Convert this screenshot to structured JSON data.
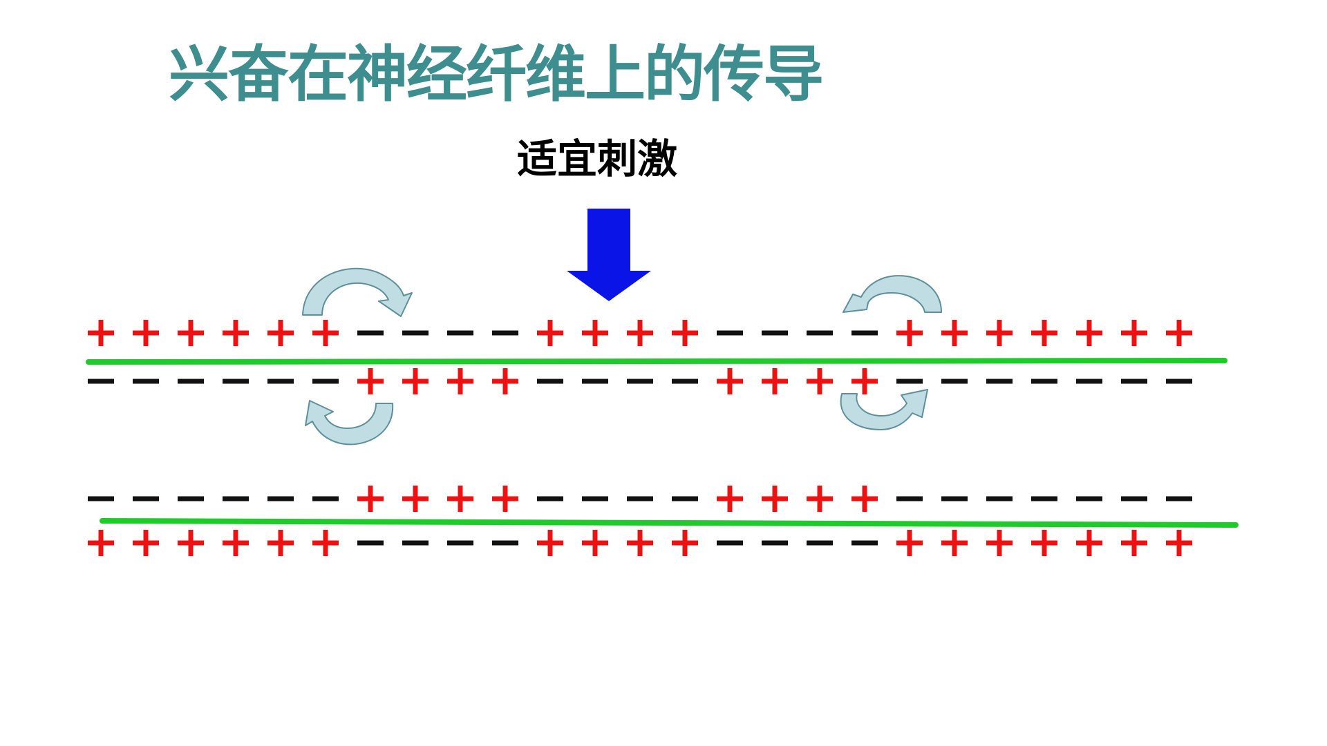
{
  "title": "兴奋在神经纤维上的传导",
  "stimulus_label": "适宜刺激",
  "colors": {
    "title": "#3f8e8f",
    "stimulus_text": "#000000",
    "stimulus_arrow": "#0a14e6",
    "membrane": "#1ecb2a",
    "positive_charge": "#ee1111",
    "negative_charge": "#111111",
    "current_arrow_fill": "#bfdde2",
    "current_arrow_stroke": "#5e8f9a"
  },
  "fiber_1": {
    "outer_row": [
      "+",
      "+",
      "+",
      "+",
      "+",
      "+",
      "-",
      "-",
      "-",
      "-",
      "+",
      "+",
      "+",
      "+",
      "-",
      "-",
      "-",
      "-",
      "+",
      "+",
      "+",
      "+",
      "+",
      "+",
      "+"
    ],
    "inner_row": [
      "-",
      "-",
      "-",
      "-",
      "-",
      "-",
      "+",
      "+",
      "+",
      "+",
      "-",
      "-",
      "-",
      "-",
      "+",
      "+",
      "+",
      "+",
      "-",
      "-",
      "-",
      "-",
      "-",
      "-",
      "-"
    ]
  },
  "fiber_2": {
    "outer_row": [
      "-",
      "-",
      "-",
      "-",
      "-",
      "-",
      "+",
      "+",
      "+",
      "+",
      "-",
      "-",
      "-",
      "-",
      "+",
      "+",
      "+",
      "+",
      "-",
      "-",
      "-",
      "-",
      "-",
      "-",
      "-"
    ],
    "inner_row": [
      "+",
      "+",
      "+",
      "+",
      "+",
      "+",
      "-",
      "-",
      "-",
      "-",
      "+",
      "+",
      "+",
      "+",
      "-",
      "-",
      "-",
      "-",
      "+",
      "+",
      "+",
      "+",
      "+",
      "+",
      "+"
    ]
  },
  "local_current_arrows": [
    {
      "name": "upper-left-current-arrow",
      "direction": "clockwise"
    },
    {
      "name": "lower-left-current-arrow",
      "direction": "counterclockwise"
    },
    {
      "name": "upper-right-current-arrow",
      "direction": "counterclockwise"
    },
    {
      "name": "lower-right-current-arrow",
      "direction": "clockwise"
    }
  ]
}
